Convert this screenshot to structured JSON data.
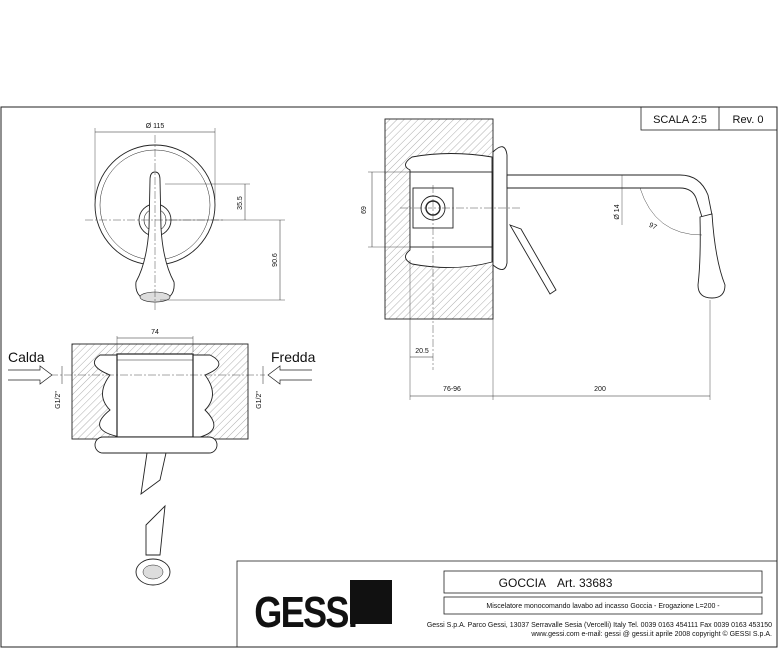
{
  "title_block": {
    "scale": "SCALA 2:5",
    "revision": "Rev. 0",
    "brand": "GESSI",
    "product_name": "GOCCIA",
    "article": "Art. 33683",
    "description": "Miscelatore  monocomando lavabo ad incasso Goccia - Erogazione L=200 -",
    "address": "Gessi S.p.A. Parco Gessi, 13037 Serravalle Sesia (Vercelli) Italy Tel. 0039  0163 454111 Fax 0039 0163 453150",
    "web": "www.gessi.com e-mail: gessi @ gessi.it aprile 2008 copyright © GESSI S.p.A."
  },
  "front_view": {
    "diameter": "Ø 115",
    "dim_35_5": "35.5",
    "dim_90_6": "90.6"
  },
  "side_view": {
    "dim_69": "69",
    "dim_14": "Ø 14",
    "dim_97": "97",
    "dim_20_5": "20.5",
    "dim_76_96": "76-96",
    "dim_200": "200"
  },
  "top_view": {
    "dim_74": "74",
    "left_label": "Calda",
    "right_label": "Fredda",
    "left_thread": "G1/2\"",
    "right_thread": "G1/2\""
  }
}
